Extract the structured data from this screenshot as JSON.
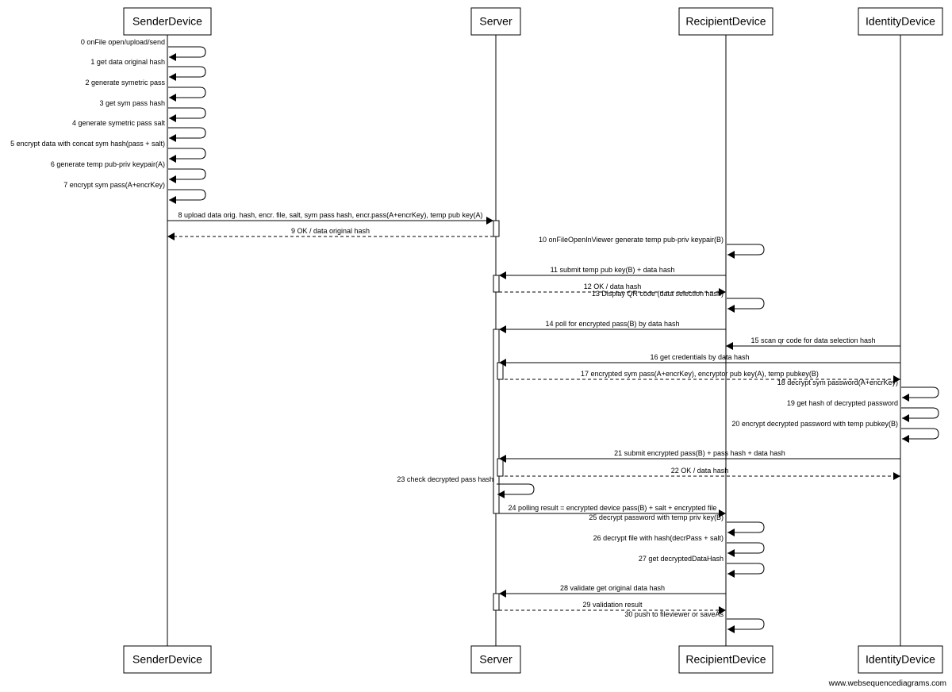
{
  "participants": [
    {
      "id": "sender",
      "name": "SenderDevice"
    },
    {
      "id": "server",
      "name": "Server"
    },
    {
      "id": "recipient",
      "name": "RecipientDevice"
    },
    {
      "id": "identity",
      "name": "IdentityDevice"
    }
  ],
  "messages": [
    {
      "from": "sender",
      "to": "sender",
      "label": "0 onFile open/upload/send",
      "style": "solid"
    },
    {
      "from": "sender",
      "to": "sender",
      "label": "1 get data original hash",
      "style": "solid"
    },
    {
      "from": "sender",
      "to": "sender",
      "label": "2 generate symetric pass",
      "style": "solid"
    },
    {
      "from": "sender",
      "to": "sender",
      "label": "3 get sym pass hash",
      "style": "solid"
    },
    {
      "from": "sender",
      "to": "sender",
      "label": "4 generate symetric pass salt",
      "style": "solid"
    },
    {
      "from": "sender",
      "to": "sender",
      "label": "5 encrypt data with concat sym hash(pass + salt)",
      "style": "solid"
    },
    {
      "from": "sender",
      "to": "sender",
      "label": "6 generate temp pub-priv keypair(A)",
      "style": "solid"
    },
    {
      "from": "sender",
      "to": "sender",
      "label": "7 encrypt sym pass(A+encrKey)",
      "style": "solid"
    },
    {
      "from": "sender",
      "to": "server",
      "label": "8 upload data orig. hash, encr. file, salt, sym pass hash, encr.pass(A+encrKey), temp pub key(A)",
      "style": "solid"
    },
    {
      "from": "server",
      "to": "sender",
      "label": "9 OK / data original hash",
      "style": "dashed"
    },
    {
      "from": "recipient",
      "to": "recipient",
      "label": "10 onFileOpenInViewer generate temp pub-priv keypair(B)",
      "style": "solid"
    },
    {
      "from": "recipient",
      "to": "server",
      "label": "11 submit temp pub key(B) + data hash",
      "style": "solid"
    },
    {
      "from": "server",
      "to": "recipient",
      "label": "12 OK / data hash",
      "style": "dashed"
    },
    {
      "from": "recipient",
      "to": "recipient",
      "label": "13 Display QR code (data selection hash)",
      "style": "solid"
    },
    {
      "from": "recipient",
      "to": "server",
      "label": "14 poll for encrypted pass(B) by data hash",
      "style": "solid"
    },
    {
      "from": "identity",
      "to": "recipient",
      "label": "15 scan qr code for data selection hash",
      "style": "solid"
    },
    {
      "from": "identity",
      "to": "server",
      "label": "16 get credentials by data hash",
      "style": "solid"
    },
    {
      "from": "server",
      "to": "identity",
      "label": "17 encrypted sym pass(A+encrKey), encryptor pub key(A), temp pubkey(B)",
      "style": "dashed"
    },
    {
      "from": "identity",
      "to": "identity",
      "label": "18 decrypt sym password(A+encrKey)",
      "style": "solid"
    },
    {
      "from": "identity",
      "to": "identity",
      "label": "19 get hash of decrypted password",
      "style": "solid"
    },
    {
      "from": "identity",
      "to": "identity",
      "label": "20 encrypt decrypted password with temp pubkey(B)",
      "style": "solid"
    },
    {
      "from": "identity",
      "to": "server",
      "label": "21 submit encrypted pass(B) + pass hash + data hash",
      "style": "solid"
    },
    {
      "from": "server",
      "to": "identity",
      "label": "22 OK / data hash",
      "style": "dashed"
    },
    {
      "from": "server",
      "to": "server",
      "label": "23 check decrypted pass hash",
      "style": "solid"
    },
    {
      "from": "server",
      "to": "recipient",
      "label": "24 polling result = encrypted device pass(B) + salt + encrypted file",
      "style": "solid"
    },
    {
      "from": "recipient",
      "to": "recipient",
      "label": "25 decrypt password with temp priv key(B)",
      "style": "solid"
    },
    {
      "from": "recipient",
      "to": "recipient",
      "label": "26 decrypt file with hash(decrPass + salt)",
      "style": "solid"
    },
    {
      "from": "recipient",
      "to": "recipient",
      "label": "27 get decryptedDataHash",
      "style": "solid"
    },
    {
      "from": "recipient",
      "to": "server",
      "label": "28 validate get original data hash",
      "style": "solid"
    },
    {
      "from": "server",
      "to": "recipient",
      "label": "29 validation result",
      "style": "dashed"
    },
    {
      "from": "recipient",
      "to": "recipient",
      "label": "30 push to fileviewer or saveAs",
      "style": "solid"
    }
  ],
  "footer": "www.websequencediagrams.com"
}
